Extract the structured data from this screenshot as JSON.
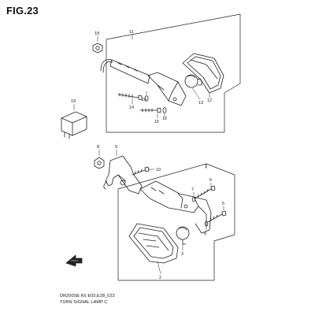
{
  "figure": {
    "title": "FIG.23",
    "model_code": "DR200SE K6 E03,E28_023",
    "caption": "TURN SIGNAL LAMP C"
  },
  "callouts": {
    "c11": "11",
    "c18": "18",
    "c16a": "16",
    "c14": "14",
    "c13": "13",
    "c12": "12",
    "c16b": "16",
    "c15": "15",
    "c19": "19",
    "c8a": "8",
    "c9": "9",
    "c10": "10",
    "c1": "1",
    "c7": "7",
    "c6": "6",
    "c5": "5",
    "c2": "2",
    "c3": "3",
    "c8b": "8"
  },
  "icons": {
    "front_arrow": "front-arrow-icon"
  }
}
